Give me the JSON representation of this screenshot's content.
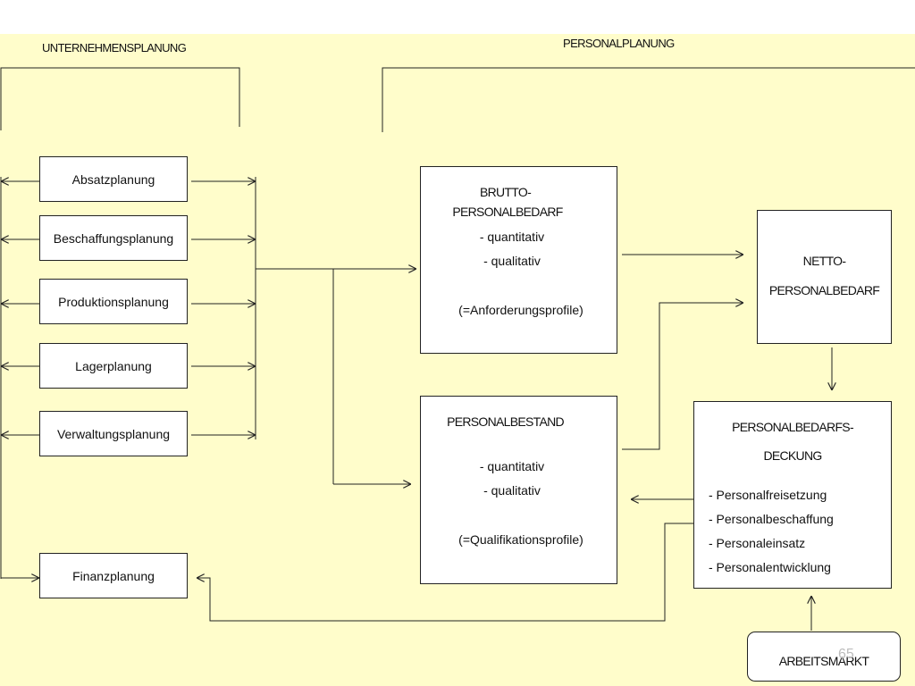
{
  "headings": {
    "left": "UNTERNEHMENSPLANUNG",
    "right": "PERSONALPLANUNG"
  },
  "plans": [
    "Absatzplanung",
    "Beschaffungsplanung",
    "Produktionsplanung",
    "Lagerplanung",
    "Verwaltungsplanung"
  ],
  "finance": "Finanzplanung",
  "gross": {
    "title1": "BRUTTO-",
    "title2": "PERSONALBEDARF",
    "item1": "- quantitativ",
    "item2": "- qualitativ",
    "note": "(=Anforderungsprofile)"
  },
  "stock": {
    "title": "PERSONALBESTAND",
    "item1": "- quantitativ",
    "item2": "- qualitativ",
    "note": "(=Qualifikationsprofile)"
  },
  "net": {
    "title1": "NETTO-",
    "title2": "PERSONALBEDARF"
  },
  "coverage": {
    "title1": "PERSONALBEDARFS-",
    "title2": "DECKUNG",
    "items": [
      "- Personalfreisetzung",
      "- Personalbeschaffung",
      "- Personaleinsatz",
      "- Personalentwicklung"
    ]
  },
  "market": "ARBEITSMARKT",
  "page_number": "65"
}
